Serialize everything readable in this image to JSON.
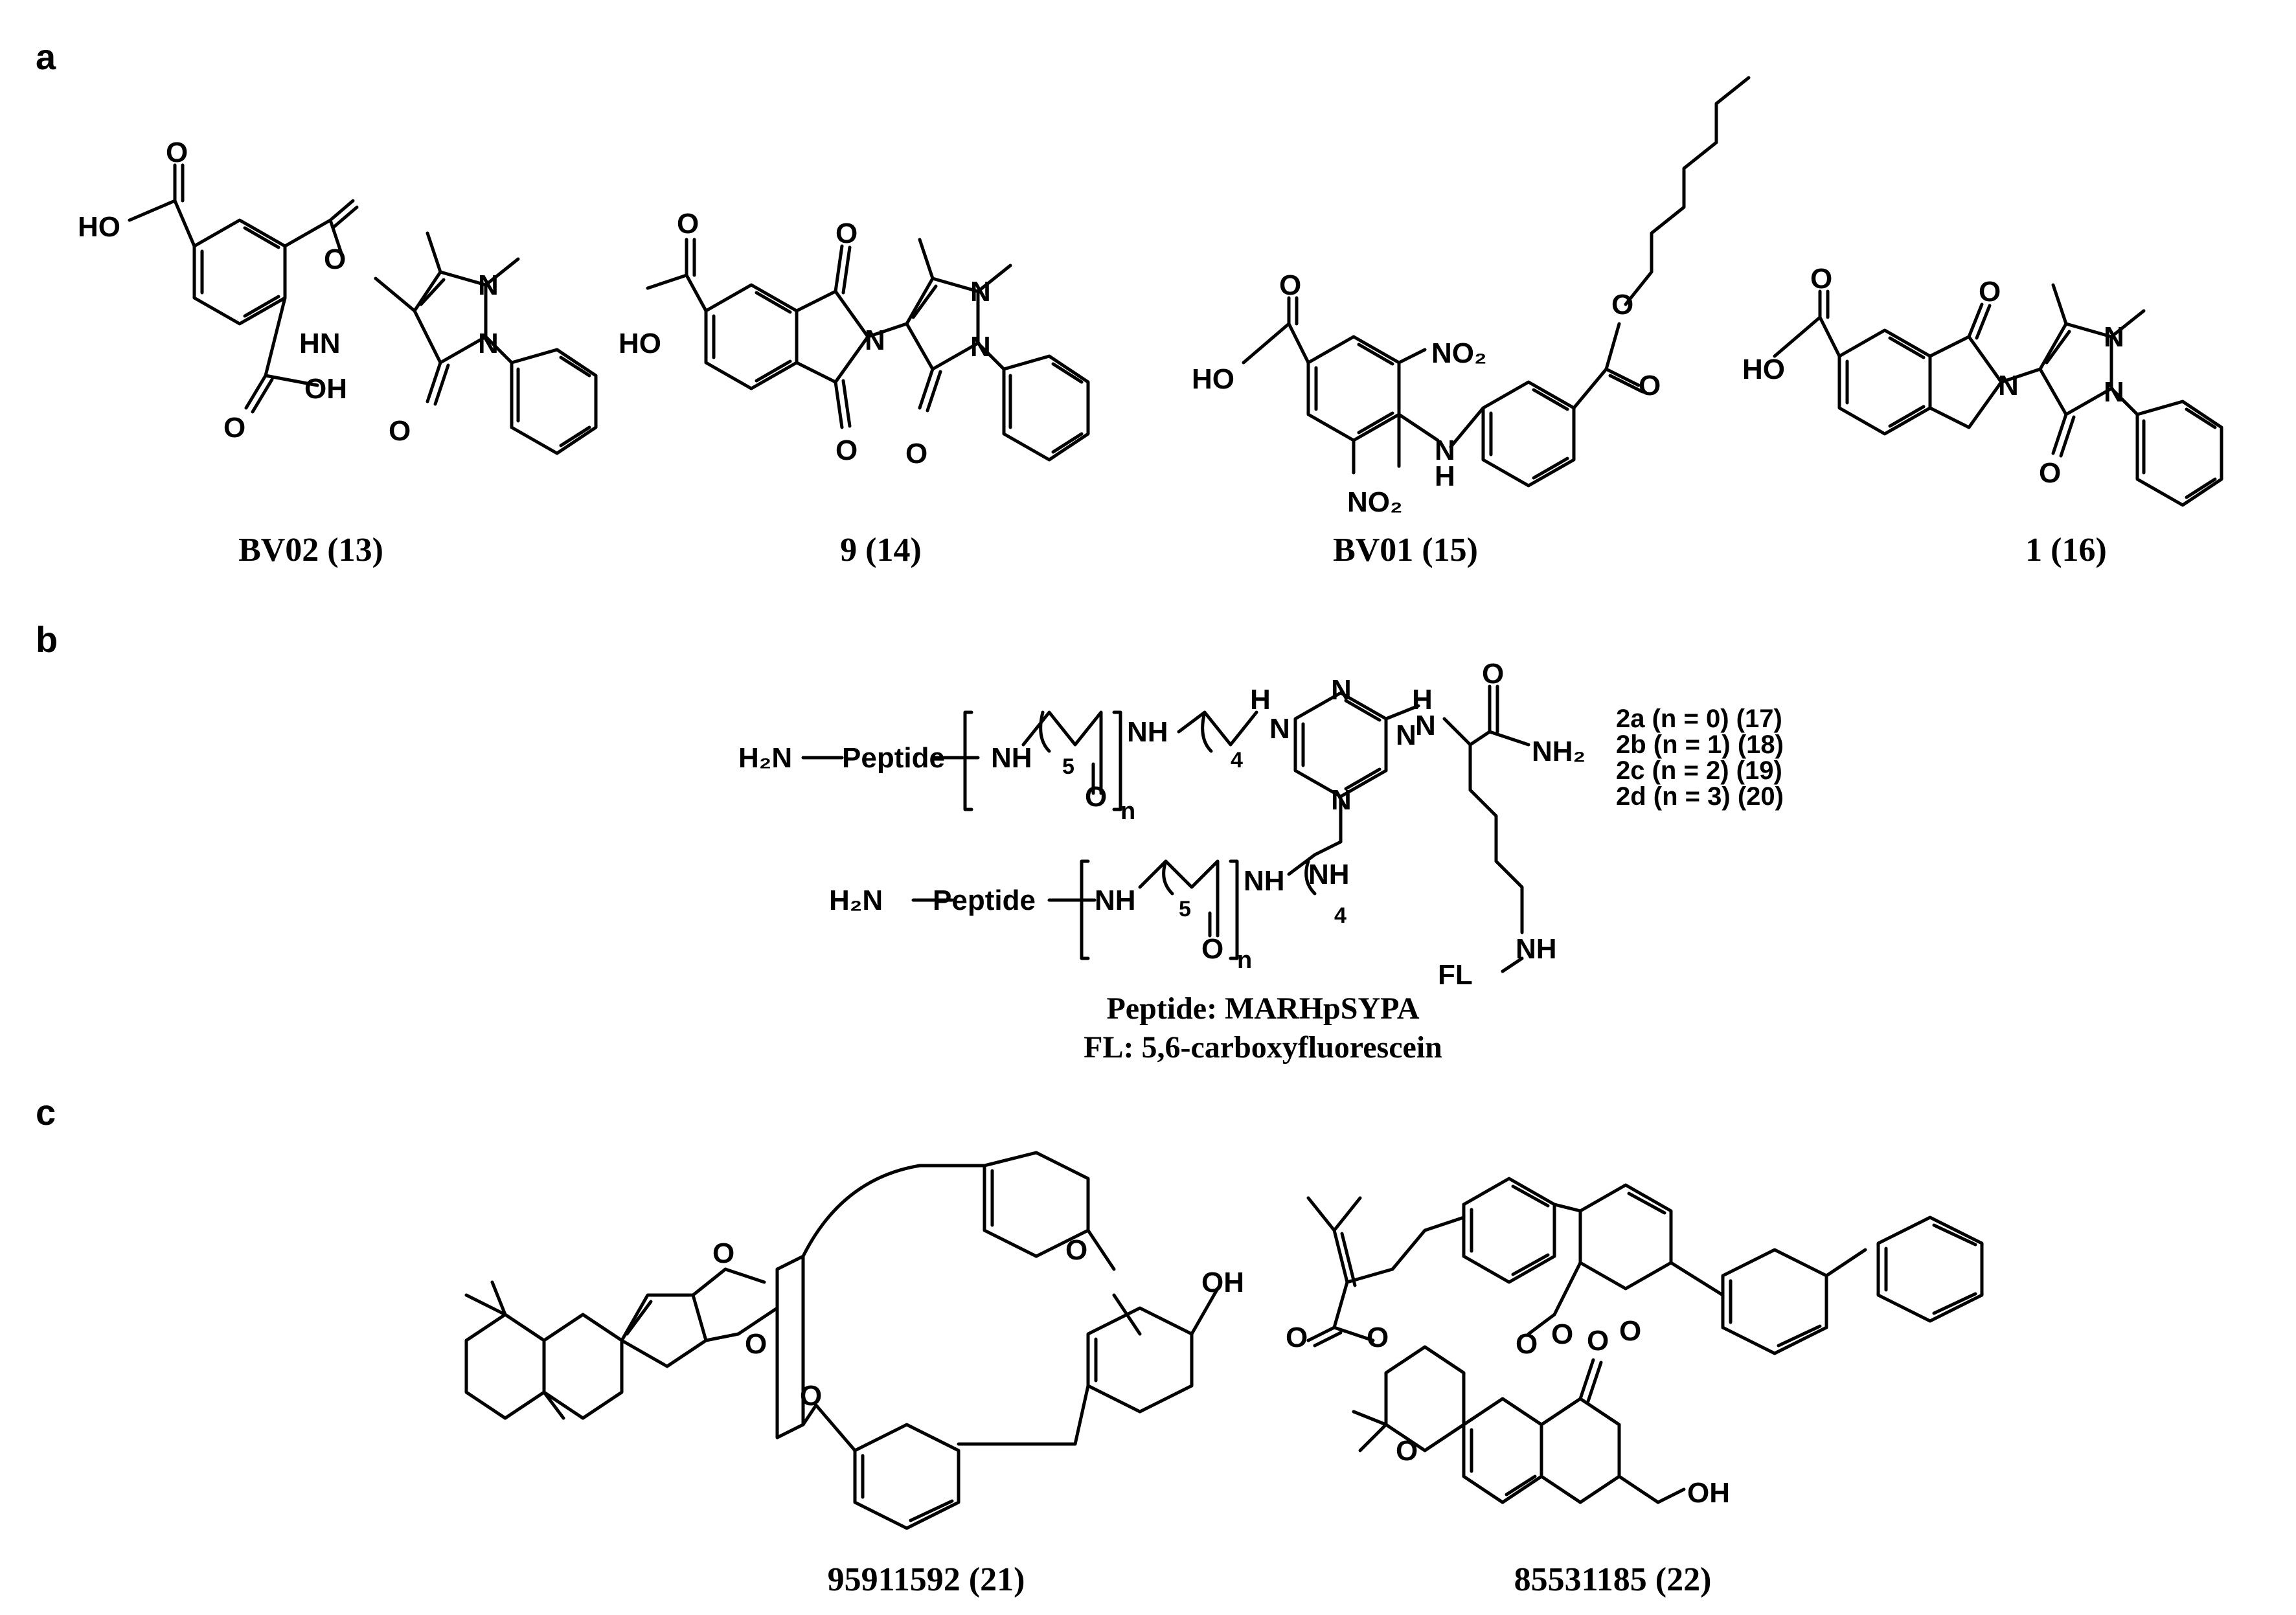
{
  "panels": {
    "a": {
      "letter": "a",
      "captions": [
        "BV02 (13)",
        "9 (14)",
        "BV01 (15)",
        "1 (16)"
      ]
    },
    "b": {
      "letter": "b",
      "series": [
        "2a (n = 0) (17)",
        "2b (n = 1) (18)",
        "2c (n = 2) (19)",
        "2d (n = 3) (20)"
      ],
      "legend": [
        "Peptide: MARHpSYPA",
        "FL: 5,6-carboxyfluorescein"
      ],
      "labels": {
        "amine": "H₂N",
        "peptide": "Peptide",
        "nh": "NH",
        "n_sub": "n",
        "five": "5",
        "four": "4",
        "fl": "FL",
        "nh2": "NH₂"
      }
    },
    "c": {
      "letter": "c",
      "captions": [
        "95911592 (21)",
        "85531185 (22)"
      ]
    }
  },
  "atom_labels": {
    "HO": "HO",
    "OH": "OH",
    "O": "O",
    "N": "N",
    "HN": "HN",
    "H": "H",
    "NO2": "NO₂"
  }
}
